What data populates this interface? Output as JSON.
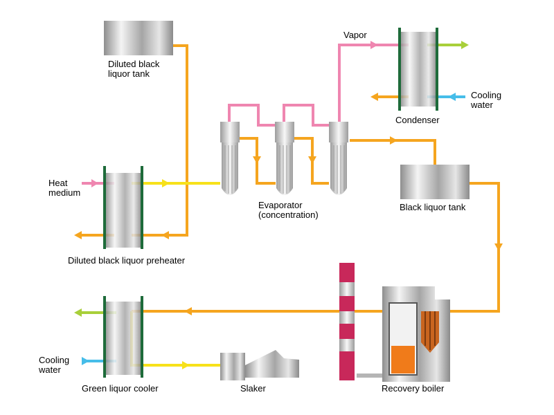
{
  "labels": {
    "diluted_tank": "Diluted black\nliquor tank",
    "heat_medium": "Heat\nmedium",
    "preheater": "Diluted black liquor preheater",
    "evaporator": "Evaporator\n(concentration)",
    "vapor": "Vapor",
    "condenser": "Condenser",
    "cooling_water_top": "Cooling\nwater",
    "black_tank": "Black liquor tank",
    "recovery_boiler": "Recovery boiler",
    "slaker": "Slaker",
    "green_cooler": "Green liquor cooler",
    "cooling_water_bottom": "Cooling\nwater"
  },
  "colors": {
    "black_liquor_pipe": "#f5a51f",
    "diluted_liquor_pipe": "#f7e11a",
    "vapor_pipe": "#ef86b0",
    "cooling_water_pipe": "#46bde9",
    "cooled_pipe": "#a8cf3a",
    "exchanger_frame": "#1e6b3a",
    "chimney_red": "#c8285a",
    "boiler_fill": "#f07b1a"
  }
}
